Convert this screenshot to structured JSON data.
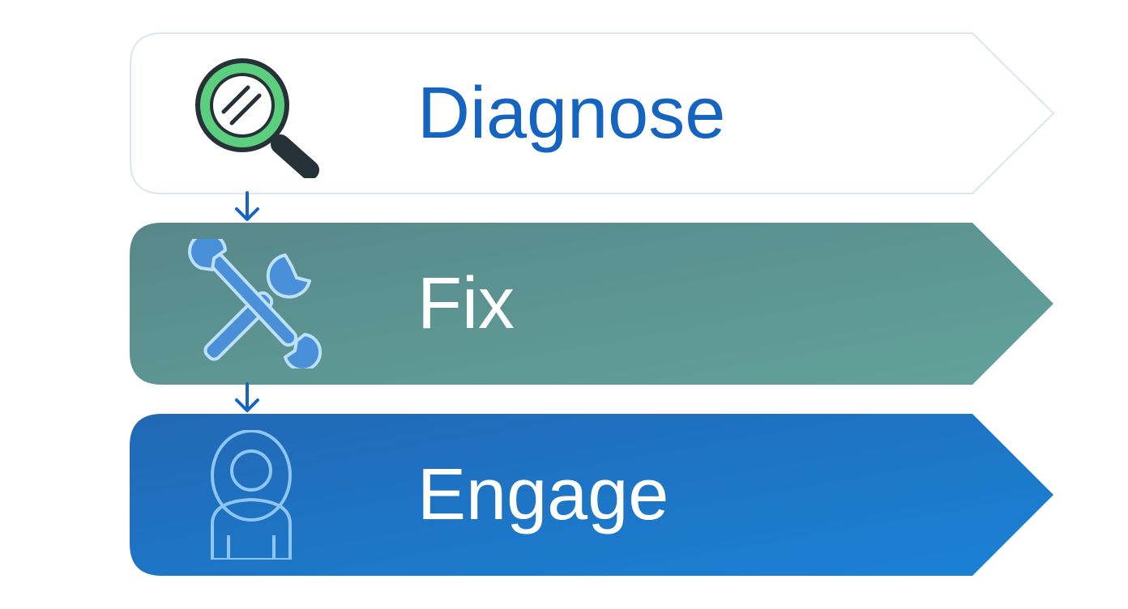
{
  "steps": [
    {
      "label": "Diagnose",
      "icon": "magnifier-icon",
      "fill": "#ffffff",
      "text_color": "#1565c0"
    },
    {
      "label": "Fix",
      "icon": "tools-icon",
      "fill": "#5e9a96",
      "text_color": "#ffffff"
    },
    {
      "label": "Engage",
      "icon": "user-icon",
      "fill": "#1e6fbf",
      "text_color": "#ffffff"
    }
  ],
  "colors": {
    "connector_arrow": "#1565c0",
    "magnifier_ring": "#5ccf7f",
    "magnifier_handle": "#263238",
    "line_icon": "#8ec5f2"
  }
}
